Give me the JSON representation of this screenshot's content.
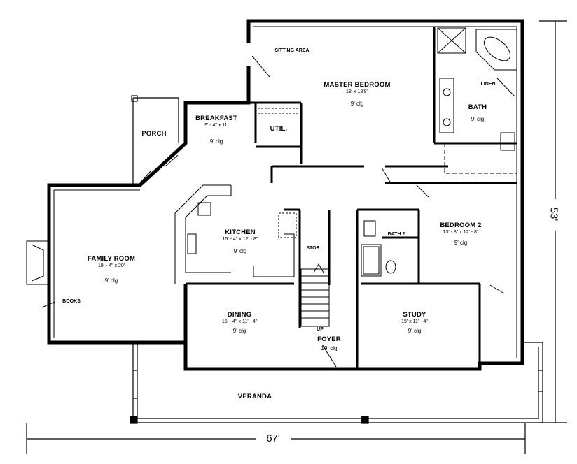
{
  "plan": {
    "width_label": "67'",
    "depth_label": "53'",
    "rooms": {
      "master_bedroom": {
        "name": "MASTER BEDROOM",
        "dims": "18' x 18'8\"",
        "ceiling": "9' clg"
      },
      "sitting_area": {
        "name": "SITTING AREA"
      },
      "bath": {
        "name": "BATH",
        "ceiling": "9' clg"
      },
      "linen": {
        "name": "LINEN"
      },
      "breakfast": {
        "name": "BREAKFAST",
        "dims": "9' - 4\" x 11'",
        "ceiling": "9' clg"
      },
      "util": {
        "name": "UTIL."
      },
      "porch": {
        "name": "PORCH"
      },
      "family_room": {
        "name": "FAMILY ROOM",
        "dims": "19' - 4\" x 20'",
        "ceiling": "9' clg"
      },
      "books": {
        "name": "BOOKS"
      },
      "kitchen": {
        "name": "KITCHEN",
        "dims": "15' - 4\" x 12' - 8\"",
        "ceiling": "9' clg"
      },
      "stor": {
        "name": "STOR."
      },
      "bath2": {
        "name": "BATH 2"
      },
      "bedroom2": {
        "name": "BEDROOM 2",
        "dims": "13' - 8\" x 12' - 8\"",
        "ceiling": "9' clg"
      },
      "dining": {
        "name": "DINING",
        "dims": "15' - 4\" x 11' - 4\"",
        "ceiling": "9' clg"
      },
      "foyer": {
        "name": "FOYER",
        "ceiling": "19' clg"
      },
      "up": {
        "name": "UP"
      },
      "study": {
        "name": "STUDY",
        "dims": "15' x 11' - 4\"",
        "ceiling": "9' clg"
      },
      "veranda": {
        "name": "VERANDA"
      }
    }
  }
}
